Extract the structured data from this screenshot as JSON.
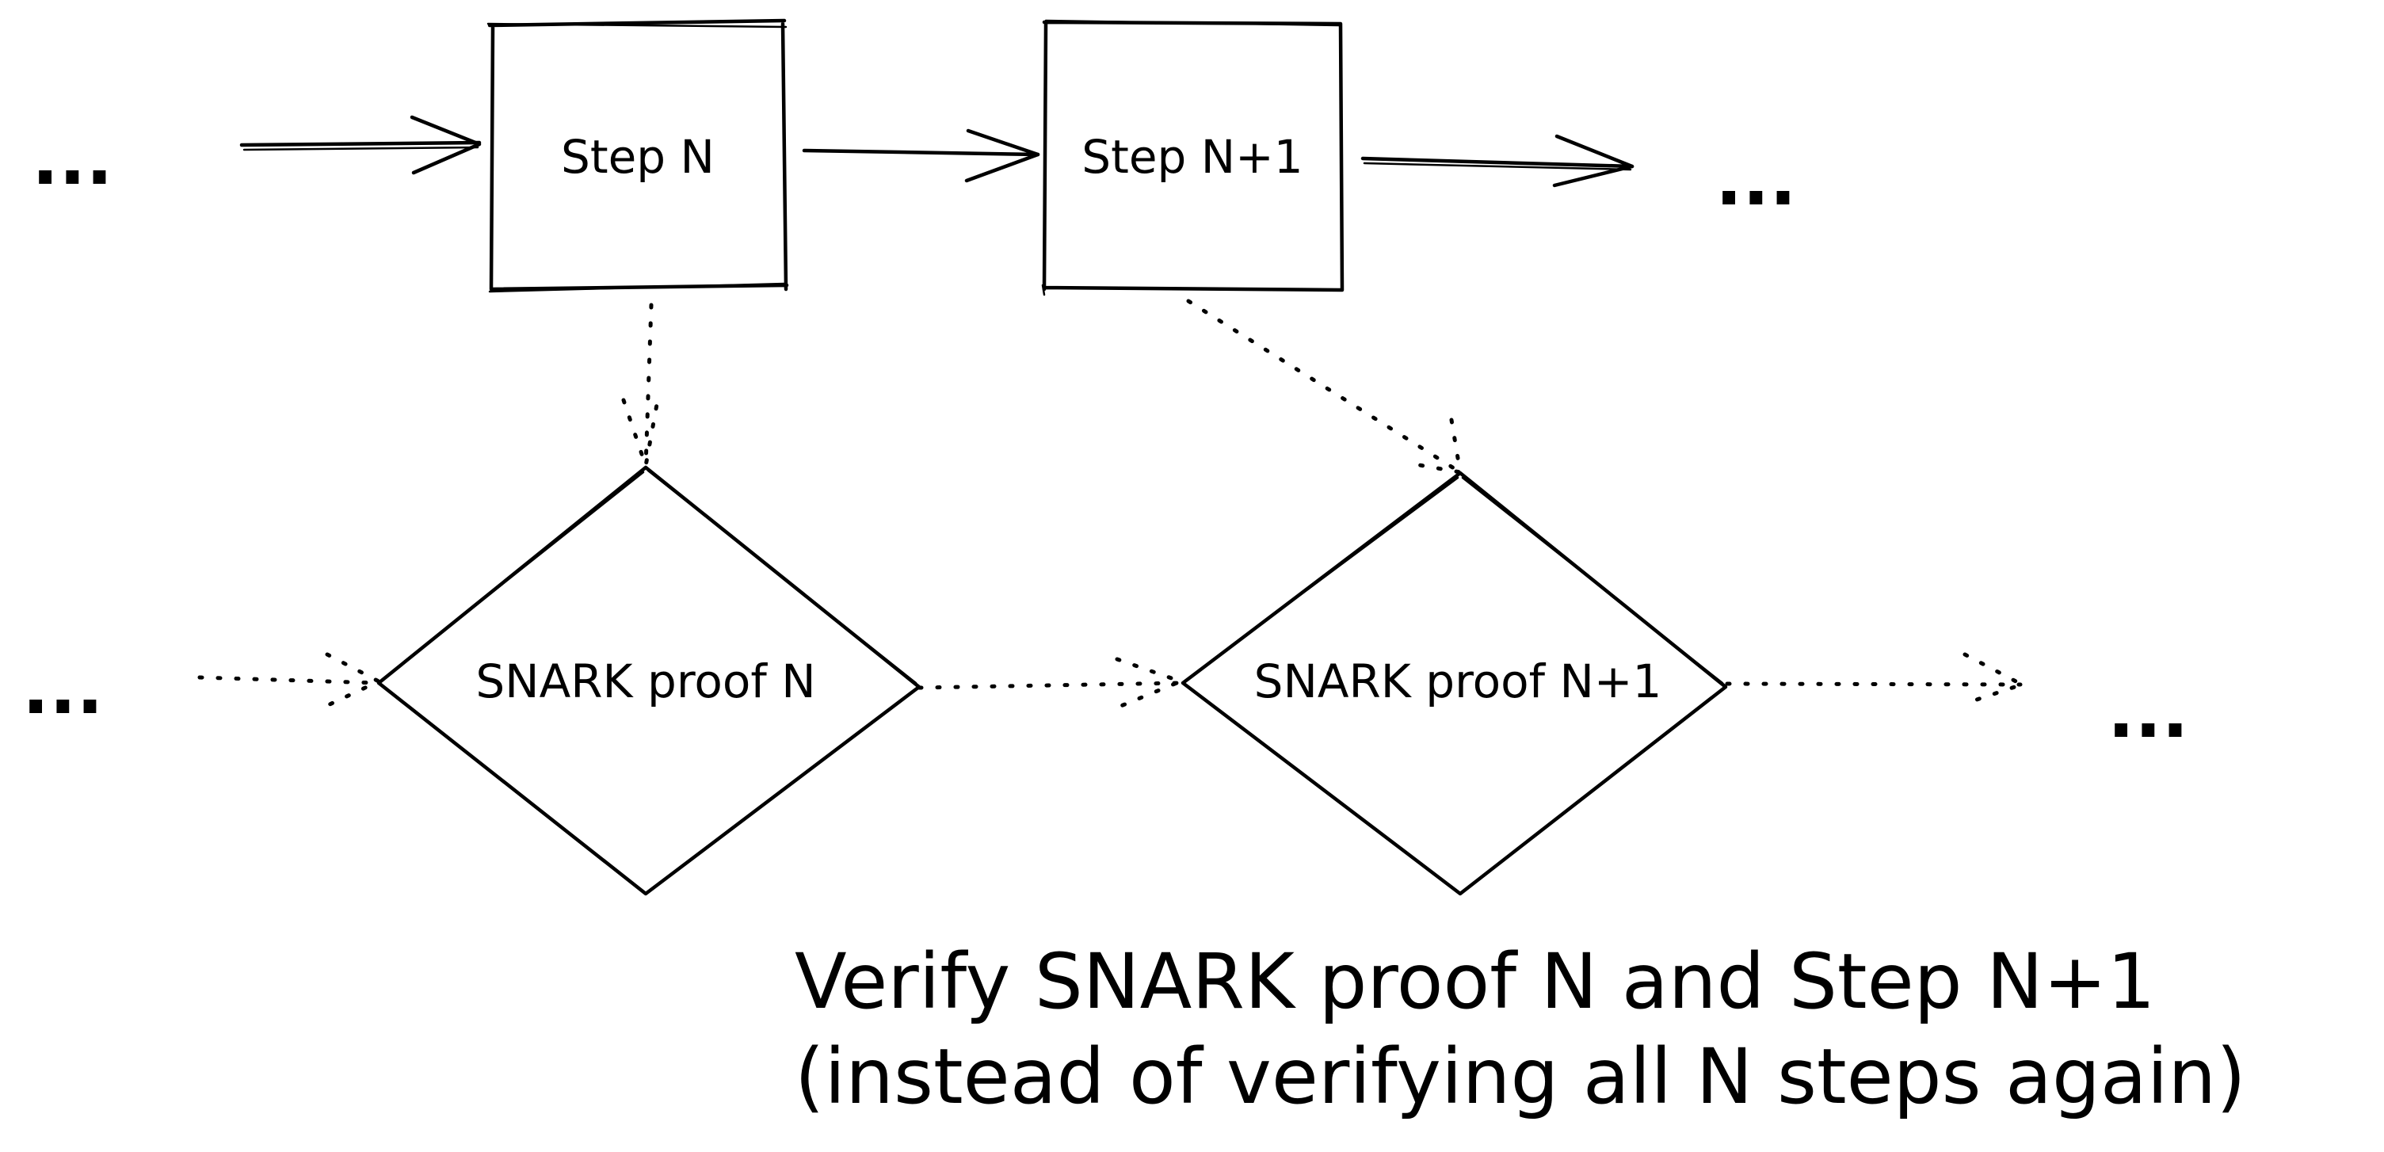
{
  "diagram": {
    "steps": [
      {
        "id": "step-n",
        "label": "Step N"
      },
      {
        "id": "step-n-plus-1",
        "label": "Step N+1"
      }
    ],
    "proofs": [
      {
        "id": "proof-n",
        "label": "SNARK proof N"
      },
      {
        "id": "proof-n-plus-1",
        "label": "SNARK proof N+1"
      }
    ],
    "ellipsis": {
      "steps_before": "...",
      "steps_after": "...",
      "proofs_before": "...",
      "proofs_after": "..."
    },
    "caption": {
      "line1": "Verify SNARK proof N and Step N+1",
      "line2": "(instead of verifying all N steps again)"
    },
    "connections": [
      {
        "from": "steps_before",
        "to": "step-n",
        "style": "solid"
      },
      {
        "from": "step-n",
        "to": "step-n-plus-1",
        "style": "solid"
      },
      {
        "from": "step-n-plus-1",
        "to": "steps_after",
        "style": "solid"
      },
      {
        "from": "step-n",
        "to": "proof-n",
        "style": "dotted"
      },
      {
        "from": "step-n-plus-1",
        "to": "proof-n-plus-1",
        "style": "dotted"
      },
      {
        "from": "proofs_before",
        "to": "proof-n",
        "style": "dotted"
      },
      {
        "from": "proof-n",
        "to": "proof-n-plus-1",
        "style": "dotted"
      },
      {
        "from": "proof-n-plus-1",
        "to": "proofs_after",
        "style": "dotted"
      }
    ]
  }
}
